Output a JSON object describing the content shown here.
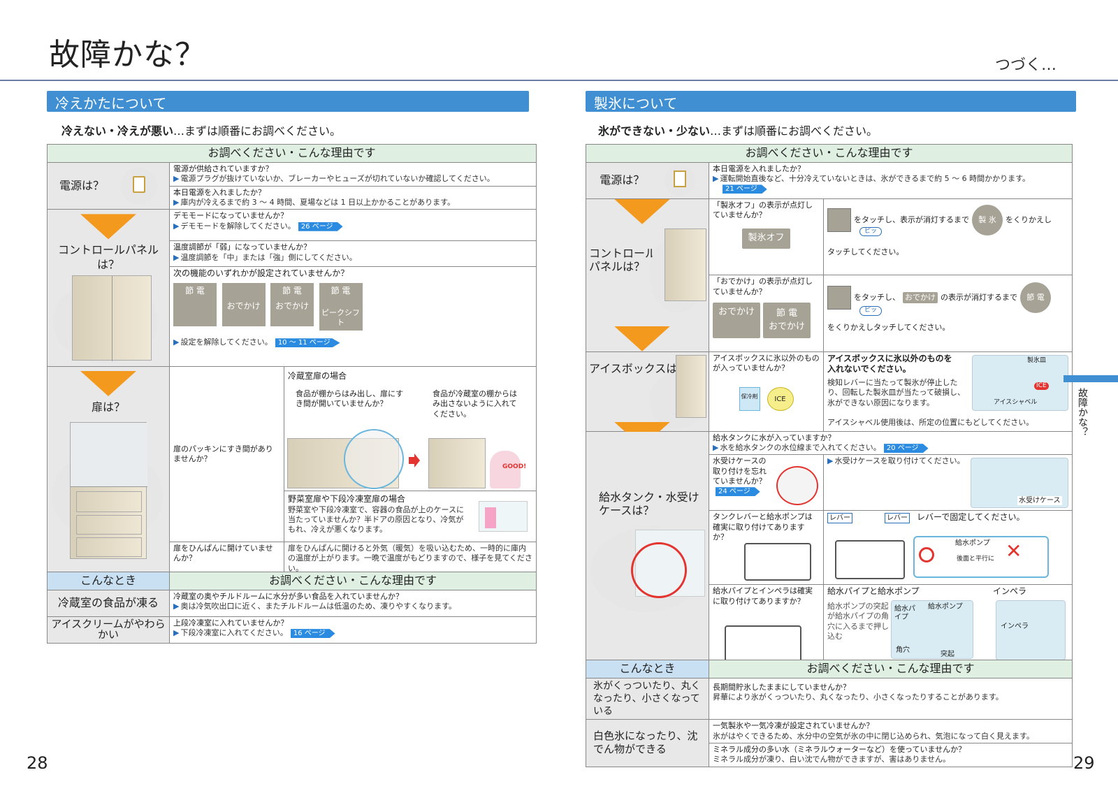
{
  "page": {
    "title": "故障かな？",
    "continued": "つづく…",
    "page_left": "28",
    "page_right": "29",
    "side_tab": "故障かな？",
    "ref_icon": "right-arrow-badge"
  },
  "left": {
    "section_title": "冷えかたについて",
    "intro_bold": "冷えない・冷えが悪い",
    "intro_rest": "…まずは順番にお調べください。",
    "table_header": "お調べください・こんな理由です",
    "power": {
      "label": "電源は？",
      "q1": "電源が供給されていますか？",
      "a1": "電源プラグが抜けていないか、ブレーカーやヒューズが切れていないか確認してください。",
      "q2": "本日電源を入れましたか？",
      "a2": "庫内が冷えるまで約 3 ～ 4 時間、夏場などは 1 日以上かかることがあります。"
    },
    "panel": {
      "label": "コントロールパネルは？",
      "q1": "デモモードになっていませんか？",
      "a1": "デモモードを解除してください。",
      "ref1": "26 ページ",
      "q2": "温度調節が「弱」になっていませんか？",
      "a2": "温度調節を「中」または「強」側にしてください。",
      "q3": "次の機能のいずれかが設定されていませんか？",
      "modes": [
        {
          "top": "節 電",
          "bottom": ""
        },
        {
          "top": "",
          "bottom": "おでかけ"
        },
        {
          "top": "節 電",
          "bottom": "おでかけ"
        },
        {
          "top": "節 電",
          "bottom": "ピークシフト"
        }
      ],
      "a3": "設定を解除してください。",
      "ref3": "10 ～ 11 ページ"
    },
    "door": {
      "label": "扉は？",
      "q1": "扉のパッキンにすき間がありませんか？",
      "sub1_title": "冷蔵室扉の場合",
      "sub1_left": "食品が棚からはみ出し、扉にすき間が開いていませんか？",
      "sub1_right": "食品が冷蔵室の棚からはみ出さないように入れてください。",
      "good": "GOOD!",
      "sub2_title": "野菜室扉や下段冷凍室扉の場合",
      "sub2_text": "野菜室や下段冷凍室で、容器の食品が上のケースに当たっていませんか？半ドアの原因となり、冷気がもれ、冷えが悪くなります。",
      "q2": "扉をひんぱんに開けていませんか？",
      "a2": "扉をひんぱんに開けると外気（暖気）を吸い込むため、一時的に庫内の温度が上がります。一晩で温度がもどりますので、様子を見てください。"
    },
    "case_header_left": "こんなとき",
    "case_header_right": "お調べください・こんな理由です",
    "cases": [
      {
        "label": "冷蔵室の食品が凍る",
        "q": "冷蔵室の奥やチルドルームに水分が多い食品を入れていませんか？",
        "a": "奥は冷気吹出口に近く、またチルドルームは低温のため、凍りやすくなります。",
        "ref": ""
      },
      {
        "label": "アイスクリームがやわらかい",
        "q": "上段冷凍室に入れていませんか？",
        "a": "下段冷凍室に入れてください。",
        "ref": "16 ページ"
      }
    ]
  },
  "right": {
    "section_title": "製氷について",
    "intro_bold": "氷ができない・少ない",
    "intro_rest": "…まずは順番にお調べください。",
    "table_header": "お調べください・こんな理由です",
    "power": {
      "label": "電源は？",
      "q1": "本日電源を入れましたか？",
      "a1": "運転開始直後など、十分冷えていないときは、氷ができるまで約 5 ～ 6 時間かかります。",
      "ref1": "21 ページ"
    },
    "panel": {
      "label": "コントロールパネルは？",
      "q1": "「製氷オフ」の表示が点灯していませんか？",
      "btn1": "製氷オフ",
      "t1a": "をタッチし、表示が消灯するまで",
      "t1b": "をくりかえし",
      "t1c": "タッチしてください。",
      "beep": "ピッ",
      "round1": "製 氷",
      "q2": "「おでかけ」の表示が点灯していませんか？",
      "btn2a": "おでかけ",
      "btn2b_top": "節 電",
      "btn2b_bottom": "おでかけ",
      "t2a": "をタッチし、",
      "t2tag": "おでかけ",
      "t2b": "の表示が消灯するまで",
      "round2": "節 電",
      "t2c": "をくりかえしタッチしてください。"
    },
    "icebox": {
      "label": "アイスボックスは？",
      "q": "アイスボックスに氷以外のものが入っていませんか？",
      "items": [
        "保冷剤",
        "ICE"
      ],
      "a_bold": "アイスボックスに氷以外のものを入れないでください。",
      "a_text": "検知レバーに当たって製氷が停止したり、回転した製氷皿が当たって破損し、氷ができない原因になります。",
      "a_text2": "アイスシャベル使用後は、所定の位置にもどしてください。",
      "ill_label1": "製氷皿",
      "ill_label2": "アイスシャベル",
      "ill_label3": "ICE"
    },
    "tank": {
      "label": "給水タンク・水受けケースは？",
      "q1": "給水タンクに水が入っていますか？",
      "a1": "水を給水タンクの水位線まで入れてください。",
      "ref1": "20 ページ",
      "q2": "水受けケースの取り付けを忘れていませんか？",
      "ref2": "24 ページ",
      "a2": "水受けケースを取り付けてください。",
      "ill2": "水受けケース",
      "q3": "タンクレバーと給水ポンプは確実に取り付けてありますか？",
      "lever": "レバー",
      "a3": "レバーで固定してください。",
      "pump": "給水ポンプ",
      "parallel": "後面と平行に",
      "q4": "給水パイプとインペラは確実に取り付けてありますか？",
      "a4_title1": "給水パイプと給水ポンプ",
      "a4_title2": "インペラ",
      "a4_text": "給水ポンプの突起が給水パイプの角穴に入るまで押し込む",
      "pipe": "給水パイプ",
      "pump2": "給水ポンプ",
      "hole": "角穴",
      "bump": "突起",
      "impeller": "インペラ"
    },
    "case_header_left": "こんなとき",
    "case_header_right": "お調べください・こんな理由です",
    "cases": [
      {
        "label": "氷がくっついたり、丸くなったり、小さくなっている",
        "rows": [
          {
            "q": "長期間貯氷したままにしていませんか？",
            "a": "昇華により氷がくっついたり、丸くなったり、小さくなったりすることがあります。"
          }
        ]
      },
      {
        "label": "白色氷になったり、沈でん物ができる",
        "rows": [
          {
            "q": "一気製氷や一気冷凍が設定されていませんか？",
            "a": "氷がはやくできるため、水分中の空気が氷の中に閉じ込められ、気泡になって白く見えます。"
          },
          {
            "q": "ミネラル成分の多い水（ミネラルウォーターなど）を使っていませんか？",
            "a": "ミネラル成分が凍り、白い沈でん物ができますが、害はありません。"
          }
        ]
      }
    ]
  }
}
